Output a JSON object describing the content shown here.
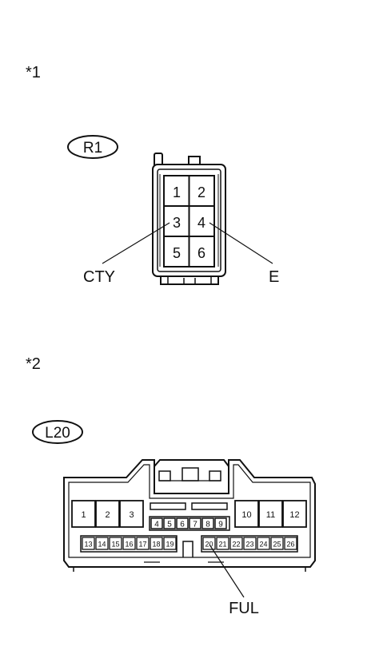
{
  "sections": [
    {
      "marker": "*1",
      "connector_id": "R1",
      "pins": [
        "1",
        "2",
        "3",
        "4",
        "5",
        "6"
      ],
      "callouts": {
        "left": "CTY",
        "right": "E"
      }
    },
    {
      "marker": "*2",
      "connector_id": "L20",
      "large_pins_left": [
        "1",
        "2",
        "3"
      ],
      "large_pins_right": [
        "10",
        "11",
        "12"
      ],
      "mid_pins": [
        "4",
        "5",
        "6",
        "7",
        "8",
        "9"
      ],
      "small_pins_left": [
        "13",
        "14",
        "15",
        "16",
        "17",
        "18",
        "19"
      ],
      "small_pins_right": [
        "20",
        "21",
        "22",
        "23",
        "24",
        "25",
        "26"
      ],
      "callouts": {
        "bottom": "FUL"
      }
    }
  ]
}
